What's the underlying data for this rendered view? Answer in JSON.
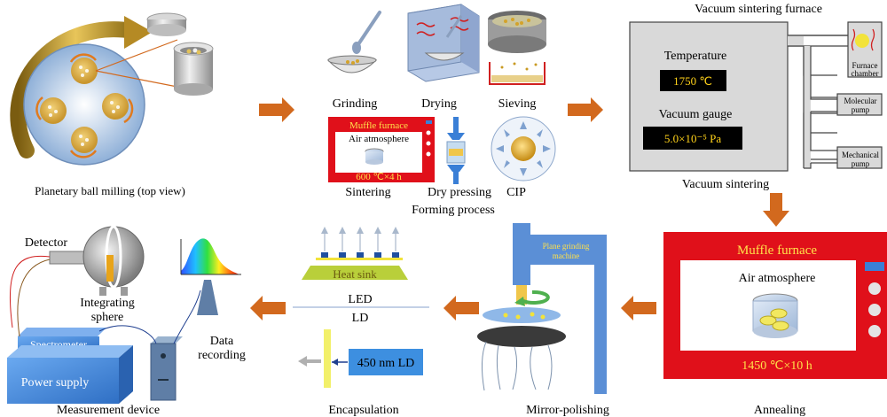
{
  "steps": {
    "ball_milling": "Planetary ball milling (top view)",
    "grinding": "Grinding",
    "drying": "Drying",
    "sieving": "Sieving",
    "sintering": "Sintering",
    "dry_pressing": "Dry pressing",
    "cip": "CIP",
    "forming_process": "Forming process",
    "vacuum_sintering": "Vacuum sintering",
    "annealing": "Annealing",
    "mirror_polishing": "Mirror-polishing",
    "encapsulation": "Encapsulation",
    "measurement_device": "Measurement device"
  },
  "muffle_small": {
    "title": "Muffle furnace",
    "atmosphere": "Air atmosphere",
    "condition": "600 ℃×4 h"
  },
  "vacuum_furnace": {
    "title": "Vacuum sintering furnace",
    "temperature_label": "Temperature",
    "temperature_value": "1750 ℃",
    "gauge_label": "Vacuum gauge",
    "gauge_value": "5.0×10⁻⁵ Pa",
    "furnace_chamber": [
      "Furnace",
      "chamber"
    ],
    "molecular_pump": [
      "Molecular",
      "pump"
    ],
    "mechanical_pump": [
      "Mechanical",
      "pump"
    ]
  },
  "muffle_large": {
    "title": "Muffle furnace",
    "atmosphere": "Air atmosphere",
    "condition": "1450 ℃×10 h"
  },
  "polishing": {
    "machine": [
      "Plane grinding",
      "machine"
    ]
  },
  "encap": {
    "heat_sink": "Heat sink",
    "led": "LED",
    "ld": "LD",
    "ld_source": "450 nm LD"
  },
  "measurement": {
    "detector": "Detector",
    "integrating_sphere": [
      "Integrating",
      "sphere"
    ],
    "spectrometer": "Spectrometer",
    "power_supply": "Power supply",
    "data_recording": [
      "Data",
      "recording"
    ]
  },
  "colors": {
    "arrow": "#d2691e",
    "furnace_red": "#e0101a",
    "display_bg": "#000000",
    "display_text": "#ffd21a",
    "power_blue": "#3a7fd6",
    "heat_sink": "#b9cf3a",
    "ld_blue": "#3d8fe0"
  }
}
